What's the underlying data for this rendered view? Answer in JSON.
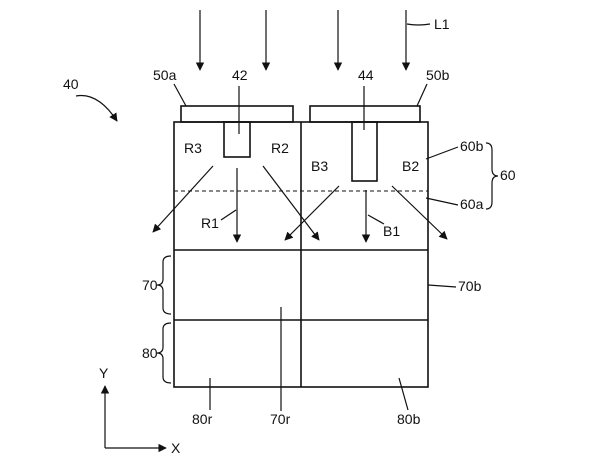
{
  "labels": {
    "L1": "L1",
    "ref40": "40",
    "ref50a": "50a",
    "ref42": "42",
    "ref44": "44",
    "ref50b": "50b",
    "R3": "R3",
    "R2": "R2",
    "R1": "R1",
    "B3": "B3",
    "B2": "B2",
    "B1": "B1",
    "ref60b": "60b",
    "ref60": "60",
    "ref60a": "60a",
    "ref70": "70",
    "ref70b": "70b",
    "ref80": "80",
    "ref80r": "80r",
    "ref70r": "70r",
    "ref80b": "80b",
    "axisY": "Y",
    "axisX": "X"
  }
}
